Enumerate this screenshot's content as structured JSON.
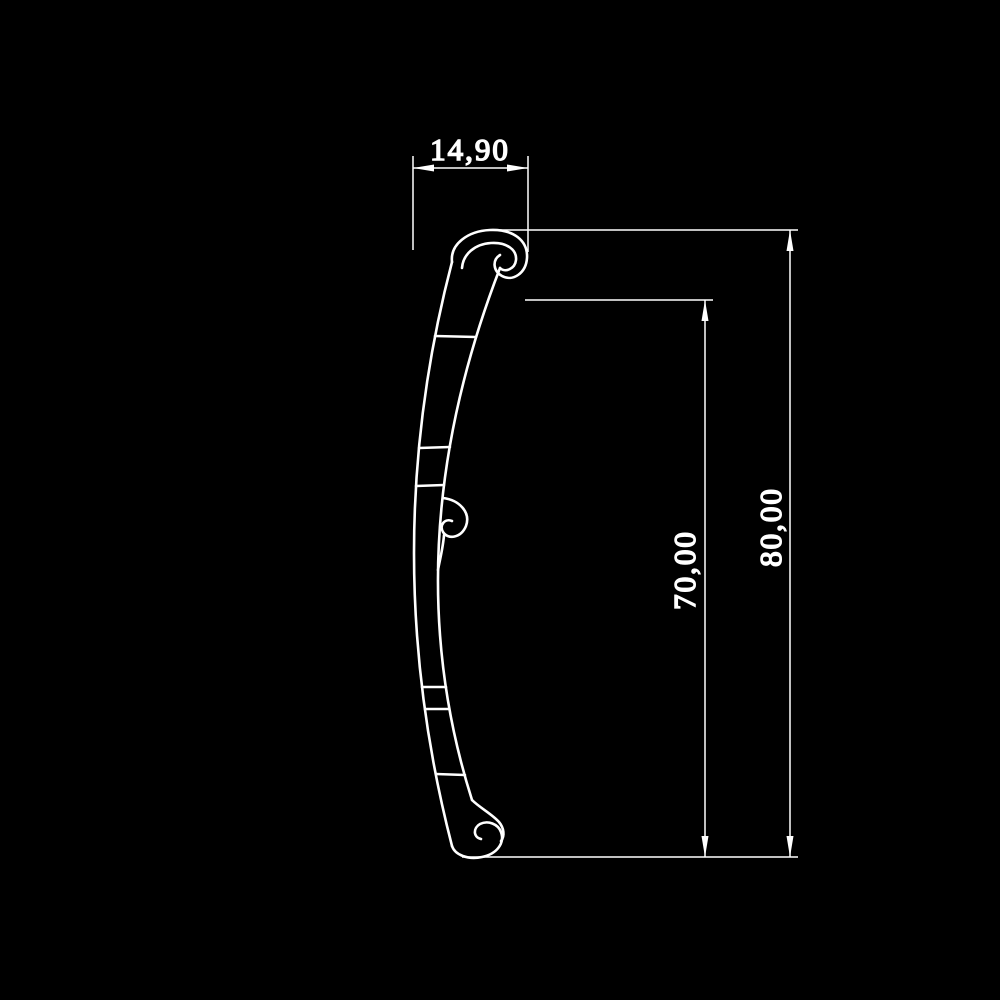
{
  "colors": {
    "background": "#000000",
    "line": "#ffffff"
  },
  "dimensions": {
    "width_label": "14,90",
    "inner_height_label": "70,00",
    "overall_height_label": "80,00"
  }
}
